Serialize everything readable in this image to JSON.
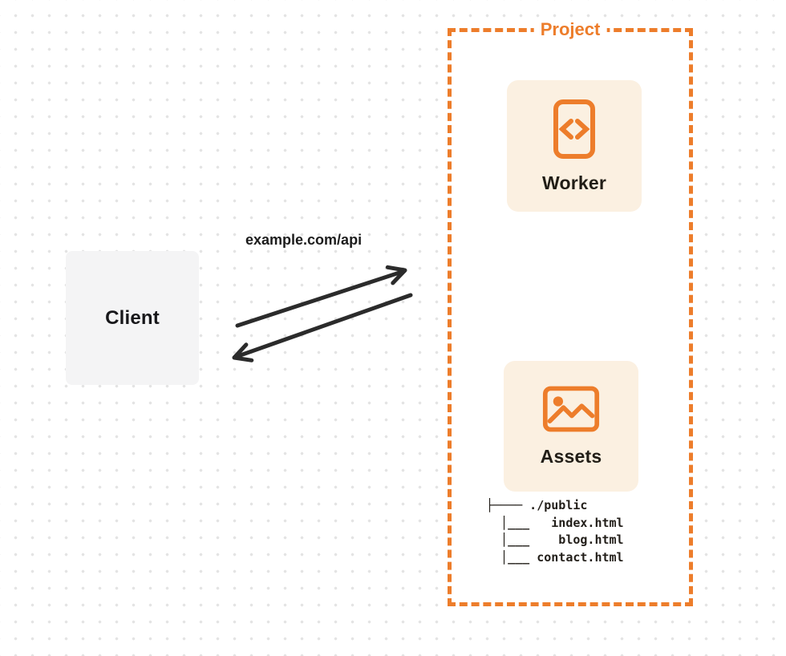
{
  "client": {
    "label": "Client"
  },
  "request": {
    "url": "example.com/api"
  },
  "project": {
    "label": "Project",
    "worker": {
      "label": "Worker",
      "icon": "code-file-icon"
    },
    "assets": {
      "label": "Assets",
      "icon": "image-icon",
      "tree_text": "├──── ./public\n  │___   index.html\n  │___    blog.html\n  │___ contact.html",
      "tree_files": [
        "./public",
        "index.html",
        "blog.html",
        "contact.html"
      ]
    }
  },
  "colors": {
    "accent_orange": "#ED7D2B",
    "card_background": "#FBF0E1",
    "client_background": "#F4F4F5",
    "arrow_dark": "#2B2B2B",
    "text_dark": "#1F1C17",
    "dot_grid": "#E4E4E4",
    "page_background": "#FFFFFF"
  }
}
